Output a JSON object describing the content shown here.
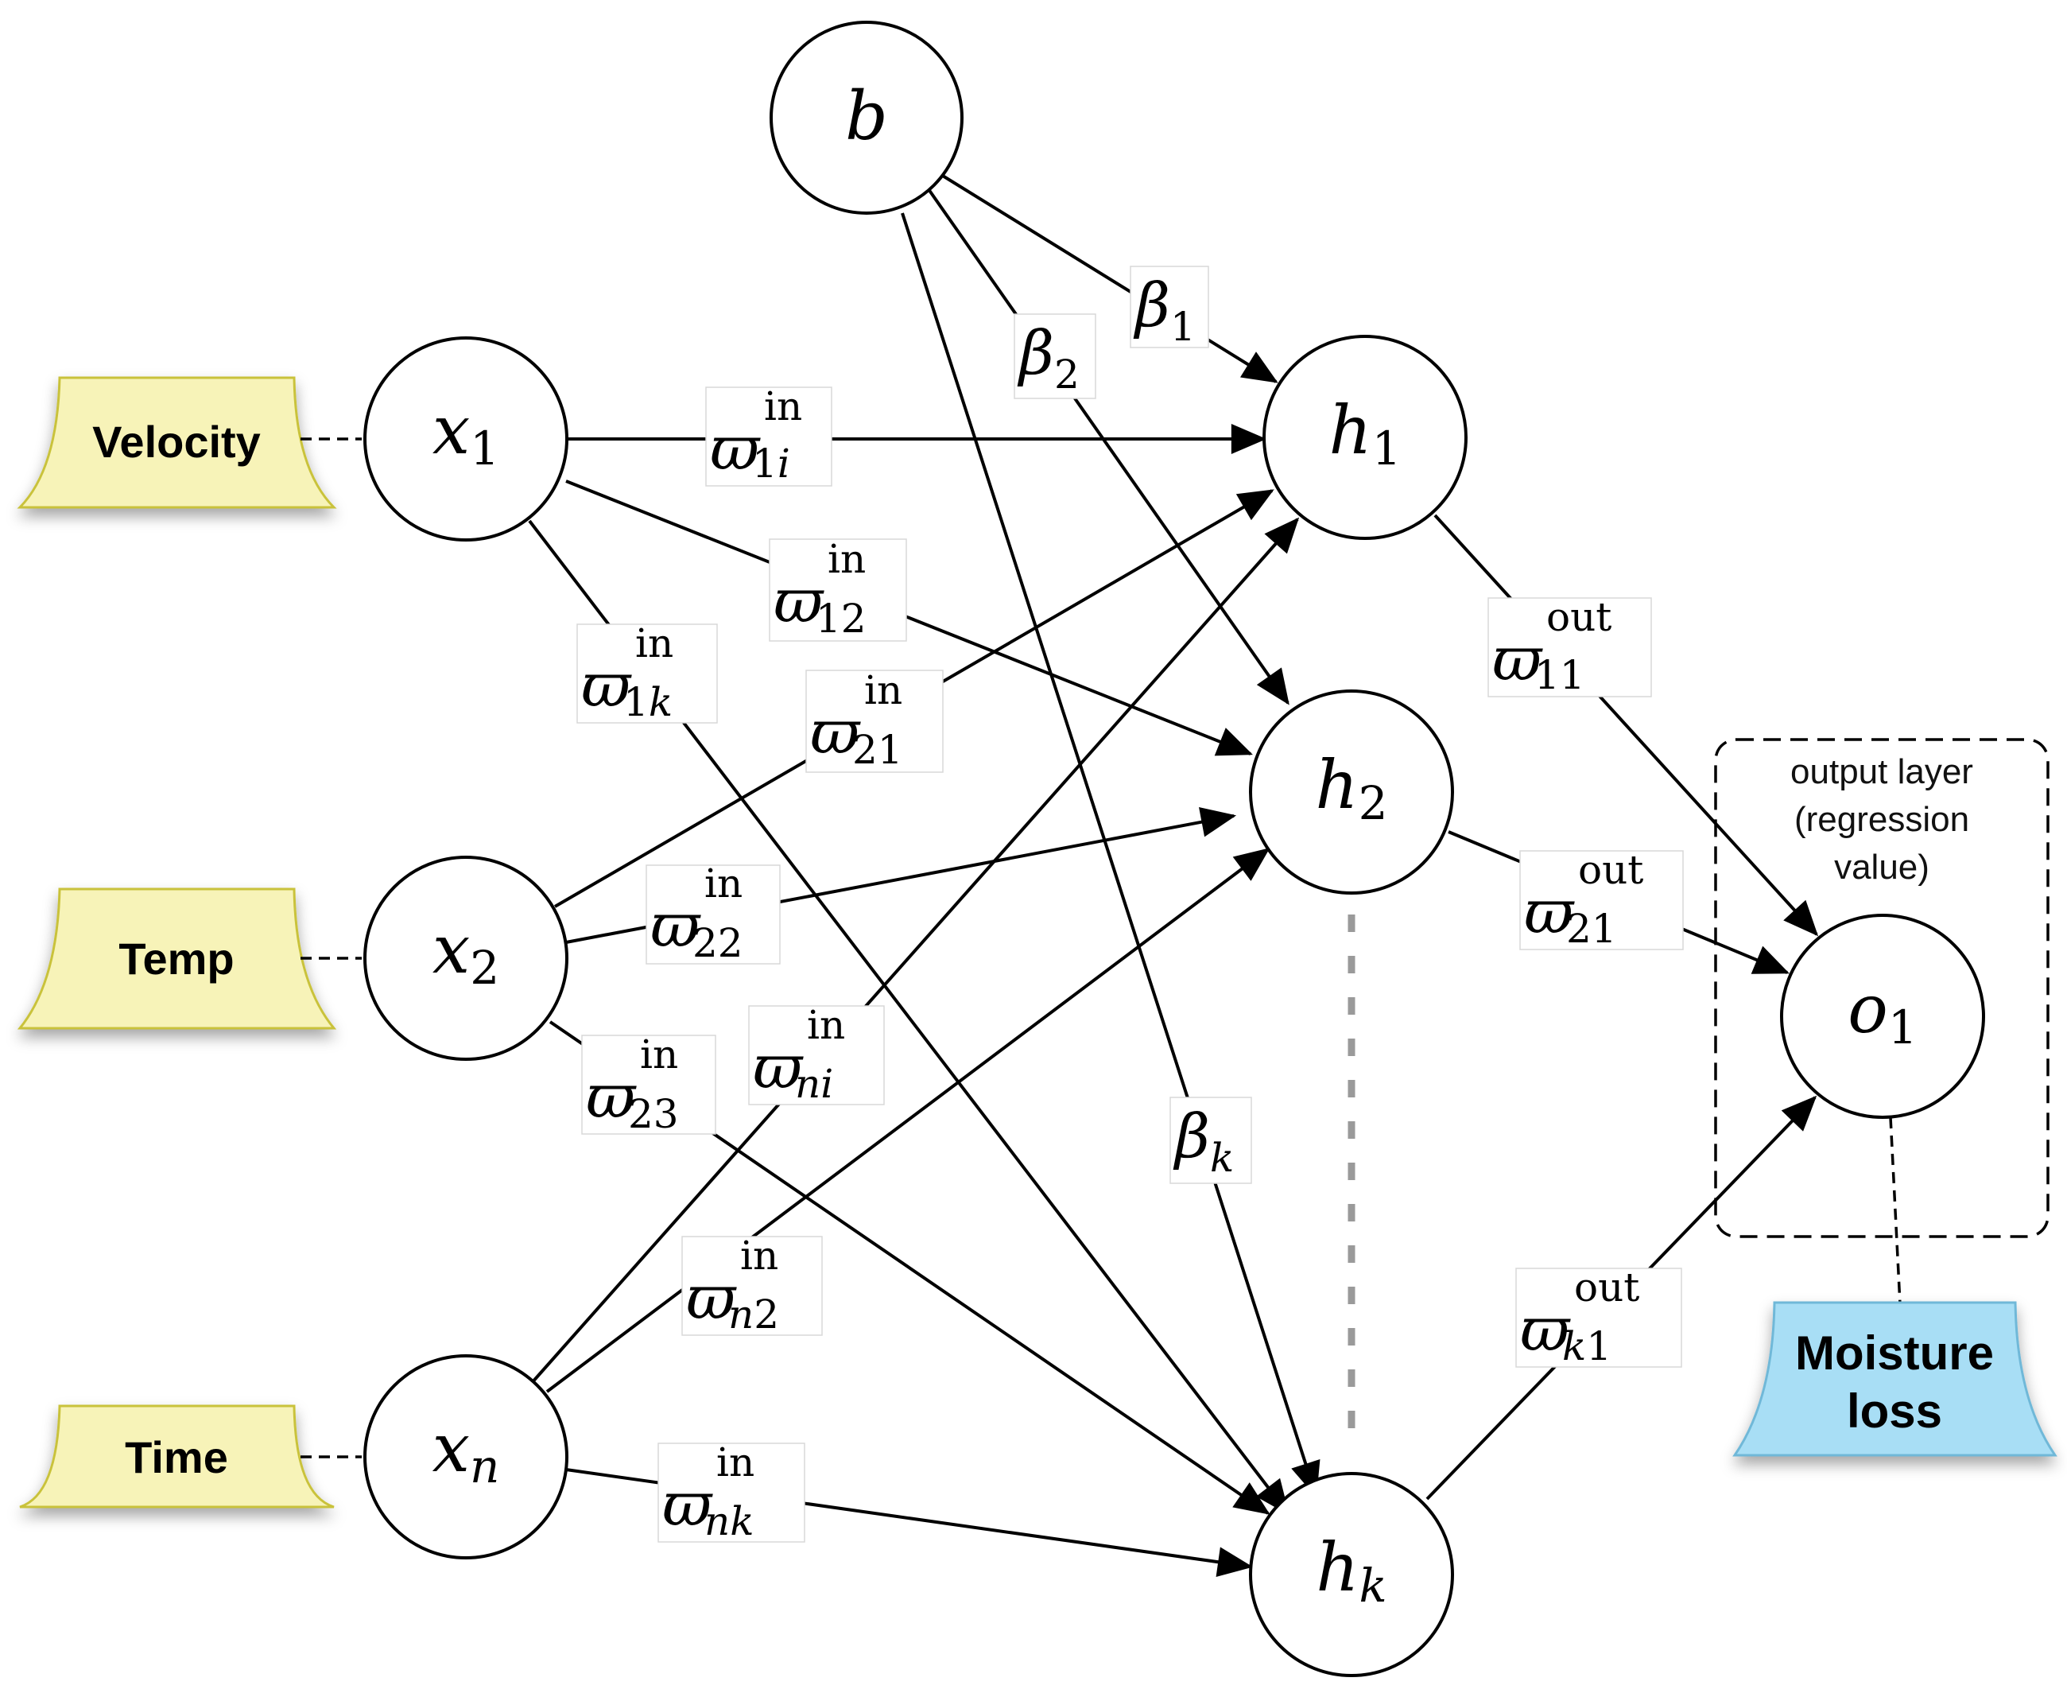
{
  "inputs": {
    "velocity": "Velocity",
    "temp": "Temp",
    "time": "Time"
  },
  "output": {
    "line1": "Moisture",
    "line2": "loss",
    "caption_line1": "output layer",
    "caption_line2": "(regression",
    "caption_line3": "value)"
  },
  "nodes": {
    "bias": "b",
    "x1": {
      "sym": "x",
      "sub": "1"
    },
    "x2": {
      "sym": "x",
      "sub": "2"
    },
    "xn": {
      "sym": "x",
      "sub": "n"
    },
    "h1": {
      "sym": "h",
      "sub": "1"
    },
    "h2": {
      "sym": "h",
      "sub": "2"
    },
    "hk": {
      "sym": "h",
      "sub": "k"
    },
    "o1": {
      "sym": "o",
      "sub": "1"
    }
  },
  "weights_in": {
    "w1i": {
      "sym": "ϖ",
      "sup": "in",
      "sub1": "1",
      "sub2": "i"
    },
    "w12": {
      "sym": "ϖ",
      "sup": "in",
      "sub1": "12",
      "sub2": ""
    },
    "w1k": {
      "sym": "ϖ",
      "sup": "in",
      "sub1": "1",
      "sub2": "k"
    },
    "w21": {
      "sym": "ϖ",
      "sup": "in",
      "sub1": "21",
      "sub2": ""
    },
    "w22": {
      "sym": "ϖ",
      "sup": "in",
      "sub1": "22",
      "sub2": ""
    },
    "w23": {
      "sym": "ϖ",
      "sup": "in",
      "sub1": "23",
      "sub2": ""
    },
    "wni": {
      "sym": "ϖ",
      "sup": "in",
      "sub1": "",
      "sub2": "ni"
    },
    "wn2": {
      "sym": "ϖ",
      "sup": "in",
      "sub1": "2",
      "sub2": "n"
    },
    "wnk": {
      "sym": "ϖ",
      "sup": "in",
      "sub1": "",
      "sub2": "nk"
    }
  },
  "weights_out": {
    "w11": {
      "sym": "ϖ",
      "sup": "out",
      "sub1": "11",
      "sub2": ""
    },
    "w21": {
      "sym": "ϖ",
      "sup": "out",
      "sub1": "21",
      "sub2": ""
    },
    "wk1": {
      "sym": "ϖ",
      "sup": "out",
      "sub1": "1",
      "sub2": "k"
    }
  },
  "betas": {
    "b1": {
      "sym": "β",
      "sub": "1"
    },
    "b2": {
      "sym": "β",
      "sub": "2"
    },
    "bk": {
      "sym": "β",
      "sub": "k"
    }
  },
  "colors": {
    "input_tag_fill": "#f7f3b8",
    "output_tag_fill": "#a8def5"
  }
}
